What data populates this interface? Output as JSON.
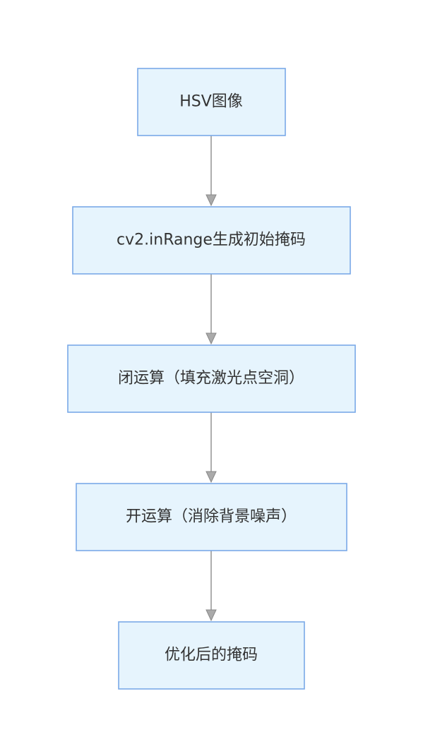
{
  "diagram": {
    "type": "flowchart",
    "direction": "top-to-bottom",
    "colors": {
      "node_fill": "#e6f4fd",
      "node_border": "#7aa9e8",
      "node_text": "#333333",
      "edge": "#999999"
    },
    "nodes": [
      {
        "id": "n1",
        "label": "HSV图像"
      },
      {
        "id": "n2",
        "label": "cv2.inRange生成初始掩码"
      },
      {
        "id": "n3",
        "label": "闭运算（填充激光点空洞）"
      },
      {
        "id": "n4",
        "label": "开运算（消除背景噪声）"
      },
      {
        "id": "n5",
        "label": "优化后的掩码"
      }
    ],
    "edges": [
      {
        "from": "n1",
        "to": "n2"
      },
      {
        "from": "n2",
        "to": "n3"
      },
      {
        "from": "n3",
        "to": "n4"
      },
      {
        "from": "n4",
        "to": "n5"
      }
    ]
  }
}
